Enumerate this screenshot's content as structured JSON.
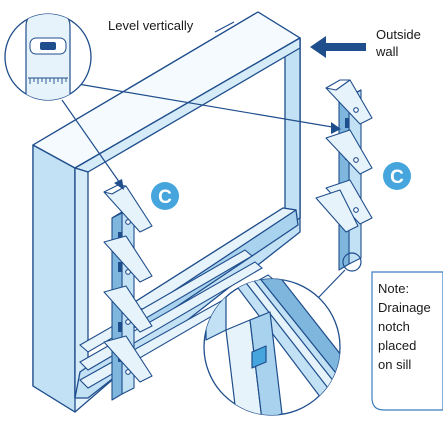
{
  "labels": {
    "level_vertically": "Level vertically",
    "outside_wall_line1": "Outside",
    "outside_wall_line2": "wall",
    "note": [
      "Note:",
      "Drainage",
      "notch",
      "placed",
      "on sill"
    ]
  },
  "badges": {
    "left": "C",
    "right": "C"
  },
  "icons": {
    "level": "spirit-level-icon",
    "arrow": "arrow-left-icon"
  },
  "colors": {
    "stroke": "#1f4e8c",
    "fill_light": "#e7f3fb",
    "fill_mid": "#c3e1f4",
    "fill_dark": "#7fb6dd",
    "accent": "#45a5dc",
    "note_border": "#3a7cc0"
  }
}
